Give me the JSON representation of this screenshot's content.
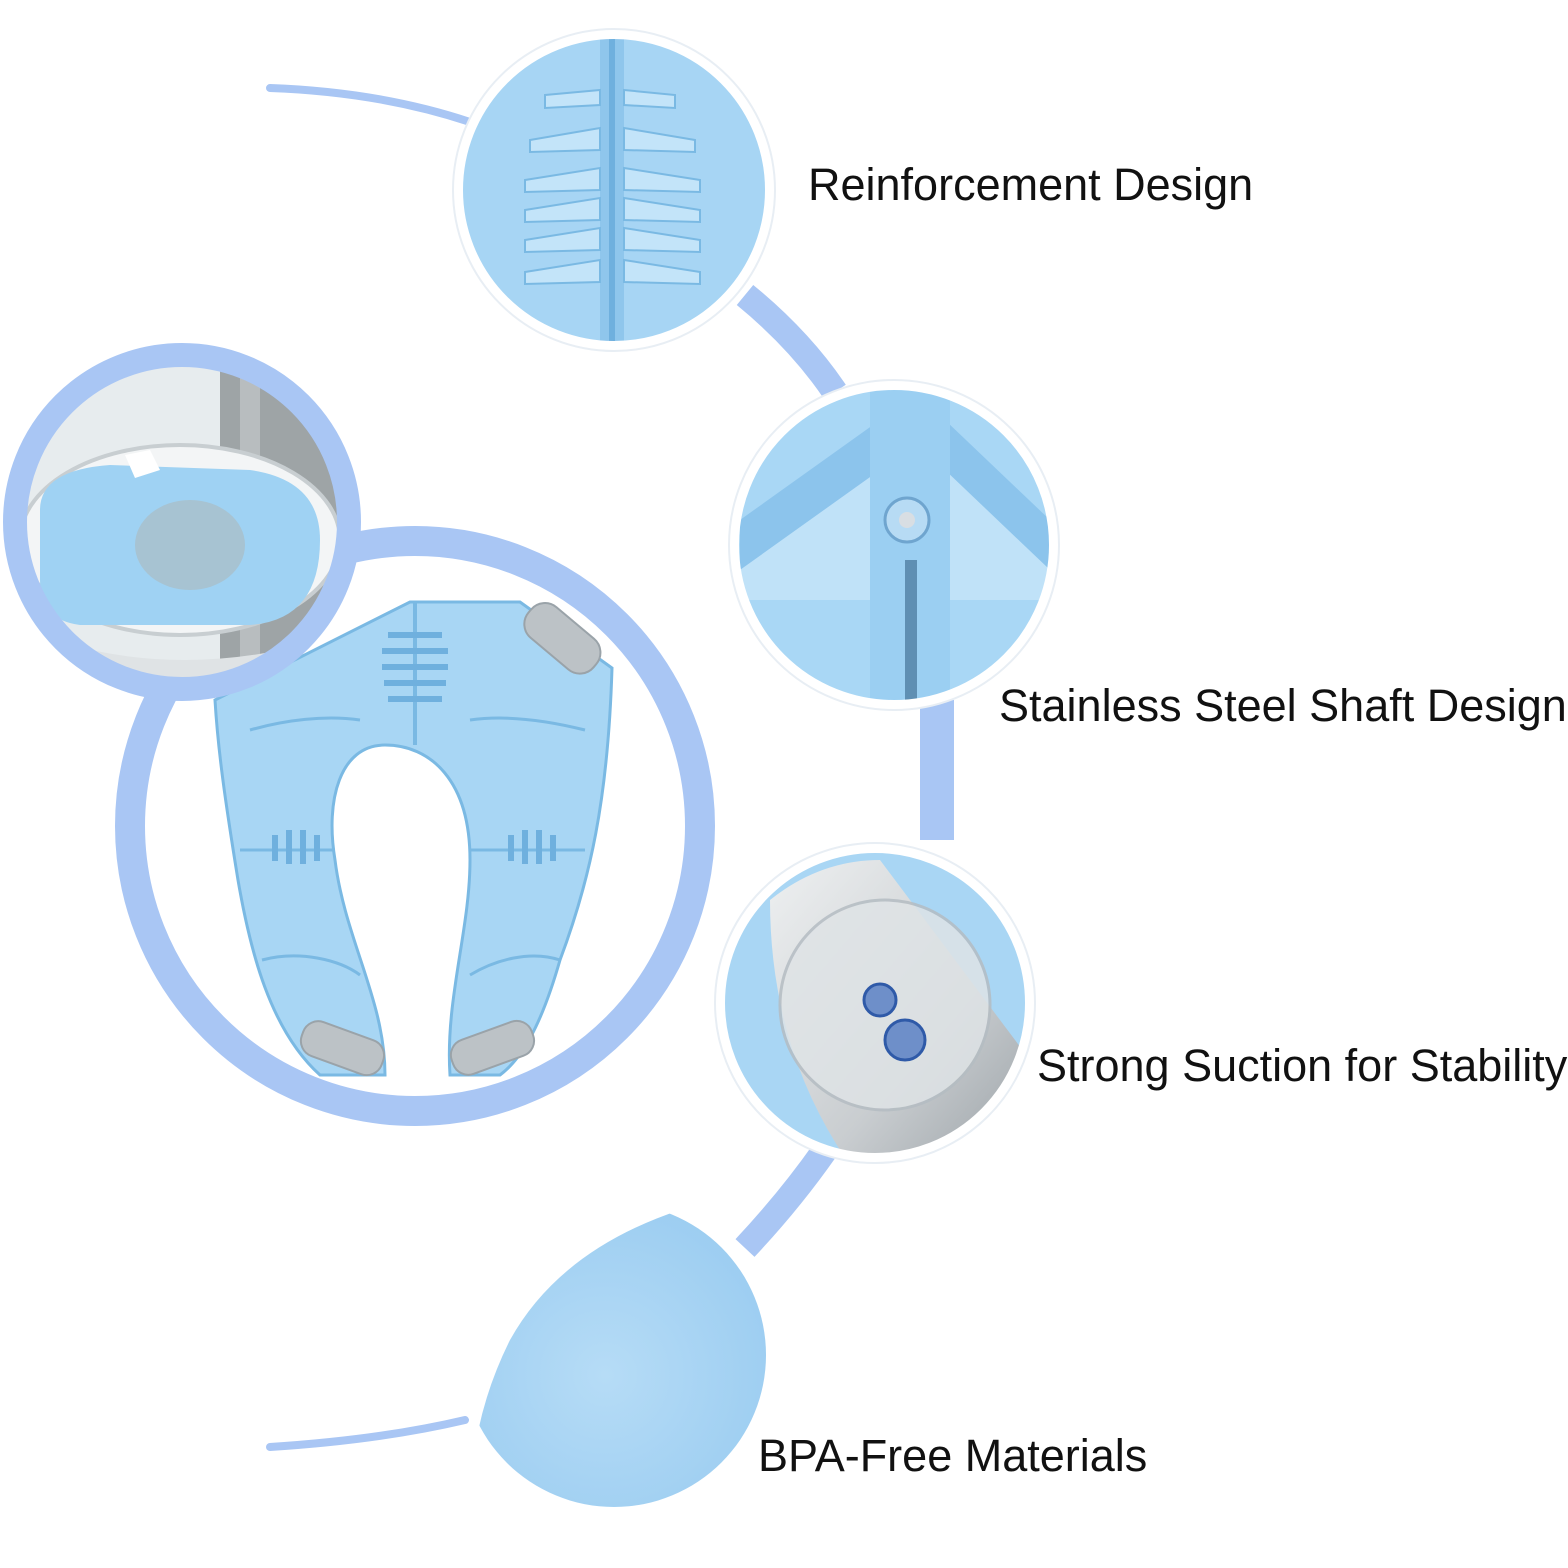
{
  "colors": {
    "accent_ring": "#a9c6f4",
    "product_blue": "#9fd2f3",
    "product_blue_dark": "#6fb0de",
    "product_blue_light": "#c3e4f9",
    "suction_gray": "#cfd3d6",
    "text": "#111111",
    "background": "#ffffff"
  },
  "features": [
    {
      "label": "Reinforcement Design",
      "image": "reinforcement-ribs-closeup"
    },
    {
      "label": "Stainless Steel Shaft Design",
      "image": "steel-shaft-hinge-closeup"
    },
    {
      "label": "Strong Suction for Stability",
      "image": "suction-cup-closeup"
    },
    {
      "label": "BPA-Free Materials",
      "image": "blue-material-closeup"
    }
  ],
  "main_product": {
    "image": "folding-potty-seat-unfolded"
  },
  "inset_photo": {
    "image": "potty-seat-on-toilet"
  }
}
